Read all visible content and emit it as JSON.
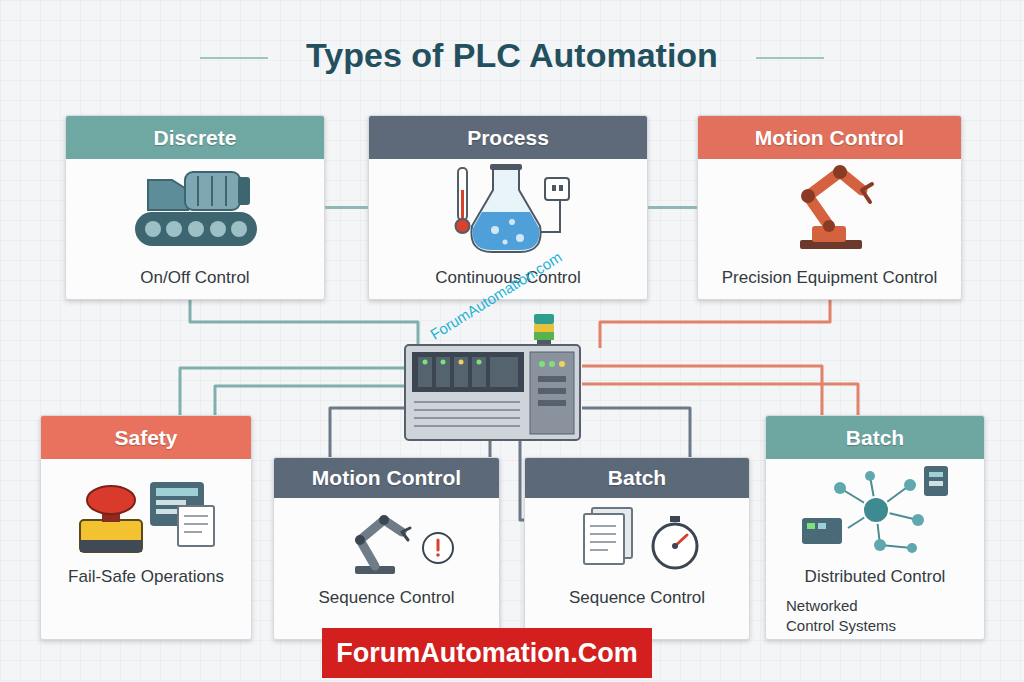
{
  "diagram": {
    "title": "Types of PLC Automation",
    "nodes": [
      {
        "text": [
          "Discrete",
          "On/Off Control"
        ]
      },
      {
        "text": [
          "Process",
          "Continuous Control"
        ]
      },
      {
        "text": [
          "Motion Control",
          "Precision Equipment Control"
        ]
      },
      {
        "text": [
          "Safety",
          "Fail-Safe Operations"
        ]
      },
      {
        "text": [
          "Motion Control",
          "Sequence Control"
        ]
      },
      {
        "text": [
          "Batch",
          "Sequence Control"
        ]
      },
      {
        "text": [
          "Batch",
          "Distributed Control",
          "Networked Control Systems"
        ]
      }
    ],
    "edges": [
      {
        "from": 0,
        "to": 1,
        "arrow": "none"
      },
      {
        "from": 1,
        "to": 2,
        "arrow": "none"
      }
    ],
    "labels": [
      "ForumAutomation.com",
      "ForumAutomation.Com"
    ]
  }
}
